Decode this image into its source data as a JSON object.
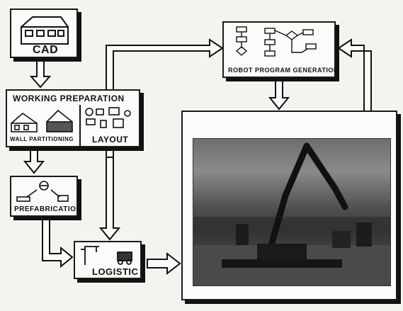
{
  "nodes": {
    "cad": "CAD",
    "working_preparation": "WORKING PREPARATION",
    "wall_partitioning": "WALL PARTITIONING",
    "layout": "LAYOUT",
    "prefabrication": "PREFABRICATION",
    "logistic": "LOGISTIC",
    "robot_program_generation": "ROBOT PROGRAM GENERATION"
  },
  "colors": {
    "ink": "#111111",
    "paper": "#fbfbf9",
    "background": "#f4f3f0"
  }
}
